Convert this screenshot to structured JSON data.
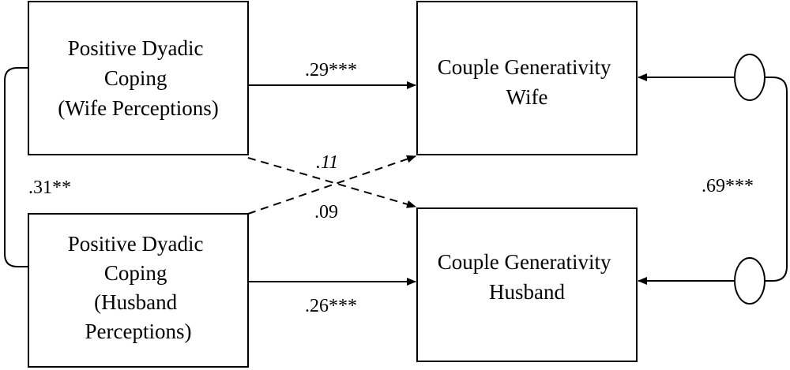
{
  "nodes": {
    "wife_coping": [
      "Positive Dyadic",
      "Coping",
      "(Wife Perceptions)"
    ],
    "husband_coping": [
      "Positive Dyadic",
      "Coping",
      "(Husband",
      "Perceptions)"
    ],
    "wife_generativity": [
      "Couple Generativity",
      "Wife"
    ],
    "husband_generativity": [
      "Couple Generativity",
      "Husband"
    ]
  },
  "coefficients": {
    "wife_to_wife": ".29***",
    "husband_to_husband": ".26***",
    "wife_to_husband": ".09",
    "husband_to_wife": ".11",
    "coping_correlation": ".31**",
    "residual_correlation": ".69***"
  }
}
